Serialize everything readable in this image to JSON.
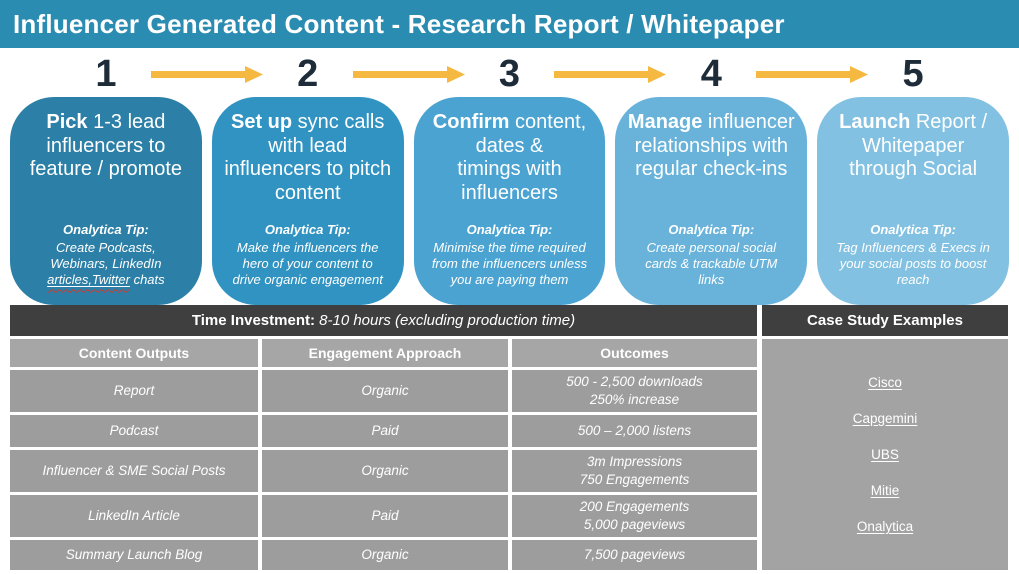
{
  "colors": {
    "title_bar_bg": "#2B8CB2",
    "number_color": "#1E2C3A",
    "arrow_color": "#F5B942",
    "dark_header_bg": "#3F3F3F",
    "column_header_bg": "#A6A6A6",
    "cell_bg": "#9D9D9D",
    "case_body_bg": "#A3A3A3",
    "misspell_color": "#CC3B2F",
    "card_colors": [
      "#2C7FA6",
      "#3093C2",
      "#4BA3D2",
      "#69B3DB",
      "#83C1E2"
    ]
  },
  "title": "Influencer Generated Content - Research Report / Whitepaper",
  "steps": [
    {
      "number": "1",
      "color": "#2C7FA6",
      "title_bold": "Pick",
      "title_rest": " 1-3 lead\ninfluencers to\nfeature / promote",
      "tip_label": "Onalytica Tip:",
      "tip_pre": "Create Podcasts,\nWebinars, LinkedIn\n",
      "tip_misspelled": "articles,Twitter",
      "tip_post": " chats"
    },
    {
      "number": "2",
      "color": "#3093C2",
      "title_bold": "Set up",
      "title_rest": " sync calls\nwith lead\ninfluencers to pitch\ncontent",
      "tip_label": "Onalytica Tip:",
      "tip_text": "Make the influencers the\nhero of your content to\ndrive organic engagement"
    },
    {
      "number": "3",
      "color": "#4BA3D2",
      "title_bold": "Confirm",
      "title_rest": " content,\ndates &\ntimings with\ninfluencers",
      "tip_label": "Onalytica Tip:",
      "tip_text": "Minimise the time required\nfrom the influencers unless\nyou are paying them"
    },
    {
      "number": "4",
      "color": "#69B3DB",
      "title_bold": "Manage",
      "title_rest": " influencer\nrelationships with\nregular check-ins",
      "tip_label": "Onalytica Tip:",
      "tip_text": "Create personal social\ncards & trackable UTM\nlinks"
    },
    {
      "number": "5",
      "color": "#83C1E2",
      "title_bold": "Launch",
      "title_rest": " Report /\nWhitepaper\nthrough Social",
      "tip_label": "Onalytica Tip:",
      "tip_text": "Tag Influencers & Execs in\nyour social posts to boost\nreach"
    }
  ],
  "table": {
    "header_bold": "Time Investment:",
    "header_italic": " 8-10 hours (excluding production time)",
    "columns": [
      "Content Outputs",
      "Engagement Approach",
      "Outcomes"
    ],
    "rows": [
      {
        "output": "Report",
        "approach": "Organic",
        "outcome": "500 - 2,500 downloads\n250% increase"
      },
      {
        "output": "Podcast",
        "approach": "Paid",
        "outcome": "500 – 2,000 listens"
      },
      {
        "output": "Influencer & SME Social Posts",
        "approach": "Organic",
        "outcome": "3m Impressions\n750 Engagements"
      },
      {
        "output": "LinkedIn Article",
        "approach": "Paid",
        "outcome": "200 Engagements\n5,000 pageviews"
      },
      {
        "output": "Summary Launch Blog",
        "approach": "Organic",
        "outcome": "7,500 pageviews"
      }
    ]
  },
  "case_study": {
    "header": "Case Study Examples",
    "links": [
      "Cisco",
      "Capgemini",
      "UBS",
      "Mitie",
      "Onalytica"
    ]
  }
}
